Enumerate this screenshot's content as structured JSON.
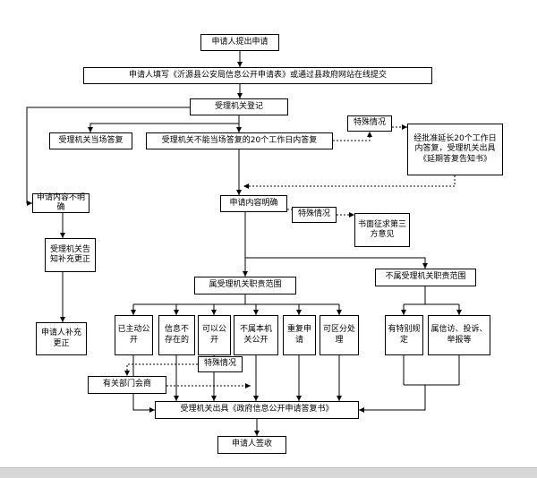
{
  "colors": {
    "background": "#ffffff",
    "line": "#000000",
    "box_border": "#000000",
    "box_fill": "#ffffff",
    "footer_bar": "#d7d7d7"
  },
  "nodes": {
    "submit": "申请人提出申请",
    "fill_form": "申请人填写《沂源县公安局信息公开申请表》或通过县政府网站在线提交",
    "register": "受理机关登记",
    "special1": "特殊情况",
    "onspot": "受理机关当场答复",
    "within20": "受理机关不能当场答复的20个工作日内答复",
    "extend": "经批准延长20个工作日内答复，受理机关出具《延期答复告知书》",
    "unclear": "申请内容不明确",
    "clear": "申请内容明确",
    "special2": "特殊情况",
    "third_party": "书面征求第三方意见",
    "notify_supplement": "受理机关告知补充更正",
    "in_scope": "属受理机关职责范围",
    "out_scope": "不属受理机关职责范围",
    "applicant_supplement": "申请人补充更正",
    "already_public": "已主动公开",
    "not_exist": "信息不存在的",
    "can_public": "可以公开",
    "not_this_organ": "不属本机关公开",
    "repeat": "重复申请",
    "separable": "可区分处理",
    "special3": "特殊情况",
    "special_rule": "有特别规定",
    "petition": "属信访、投诉、举报等",
    "consult": "有关部门会商",
    "reply": "受理机关出具《政府信息公开申请答复书》",
    "sign": "申请人签收"
  }
}
